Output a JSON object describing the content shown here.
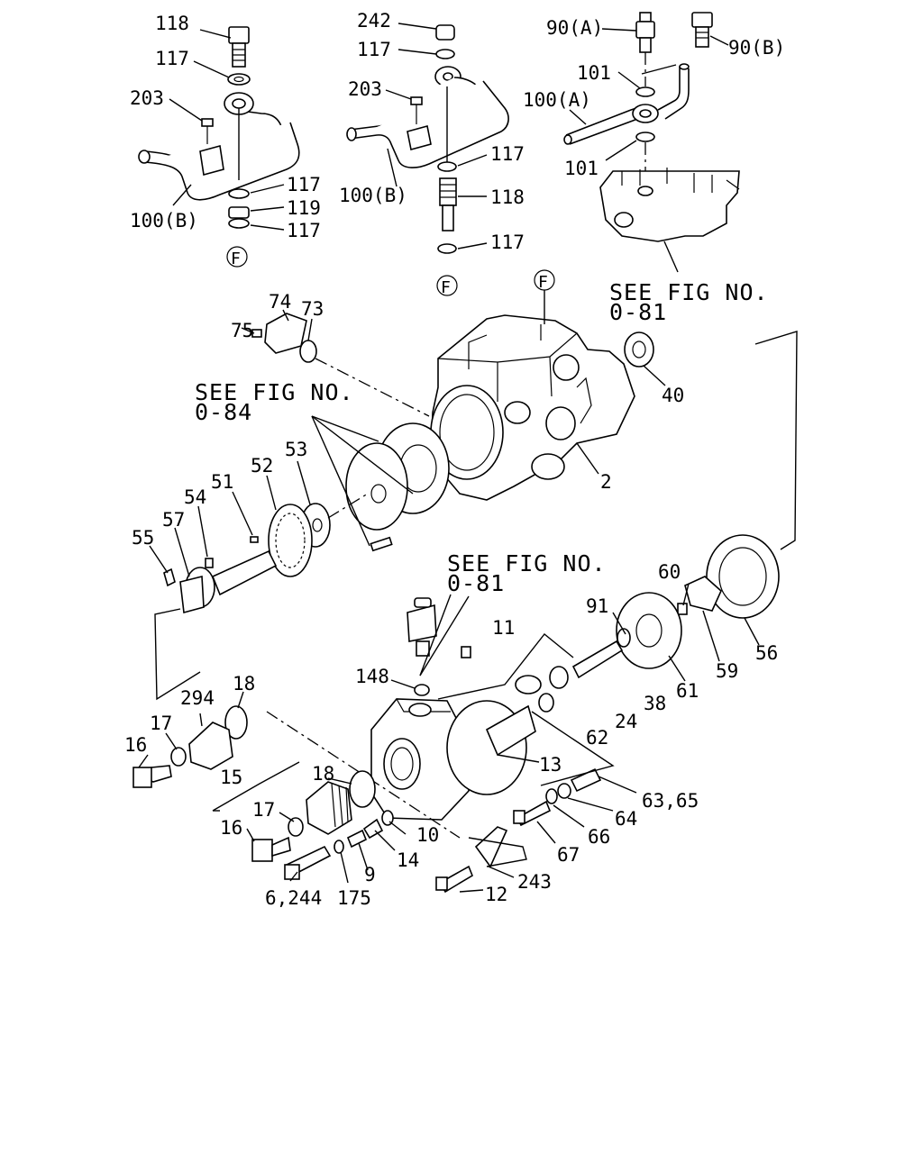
{
  "callouts": {
    "c118a": "118",
    "c117a": "117",
    "c203a": "203",
    "c117b": "117",
    "c119": "119",
    "c117c": "117",
    "c100Ba": "100(B)",
    "cFa": "F",
    "c242": "242",
    "c117d": "117",
    "c203b": "203",
    "c100Bb": "100(B)",
    "c117e": "117",
    "c118b": "118",
    "c117f": "117",
    "cFb": "F",
    "c90A": "90(A)",
    "c90B": "90(B)",
    "c101a": "101",
    "c100A": "100(A)",
    "c101b": "101",
    "c75": "75",
    "c74": "74",
    "c73": "73",
    "cFc": "F",
    "c40": "40",
    "c2": "2",
    "c53": "53",
    "c52": "52",
    "c51": "51",
    "c54": "54",
    "c57": "57",
    "c55": "55",
    "c11": "11",
    "c91": "91",
    "c60": "60",
    "c148": "148",
    "c56": "56",
    "c59": "59",
    "c61": "61",
    "c38": "38",
    "c24": "24",
    "c62": "62",
    "c13": "13",
    "c18a": "18",
    "c294": "294",
    "c17a": "17",
    "c16a": "16",
    "c15": "15",
    "c18b": "18",
    "c17b": "17",
    "c16b": "16",
    "c10": "10",
    "c14": "14",
    "c9": "9",
    "c175": "175",
    "c6244": "6,244",
    "c12": "12",
    "c243": "243",
    "c67": "67",
    "c66": "66",
    "c64": "64",
    "c6365": "63,65"
  },
  "references": {
    "see_fig": "SEE FIG NO.",
    "fig_081_top": "0-81",
    "fig_084": "0-84",
    "fig_081_mid": "0-81"
  }
}
